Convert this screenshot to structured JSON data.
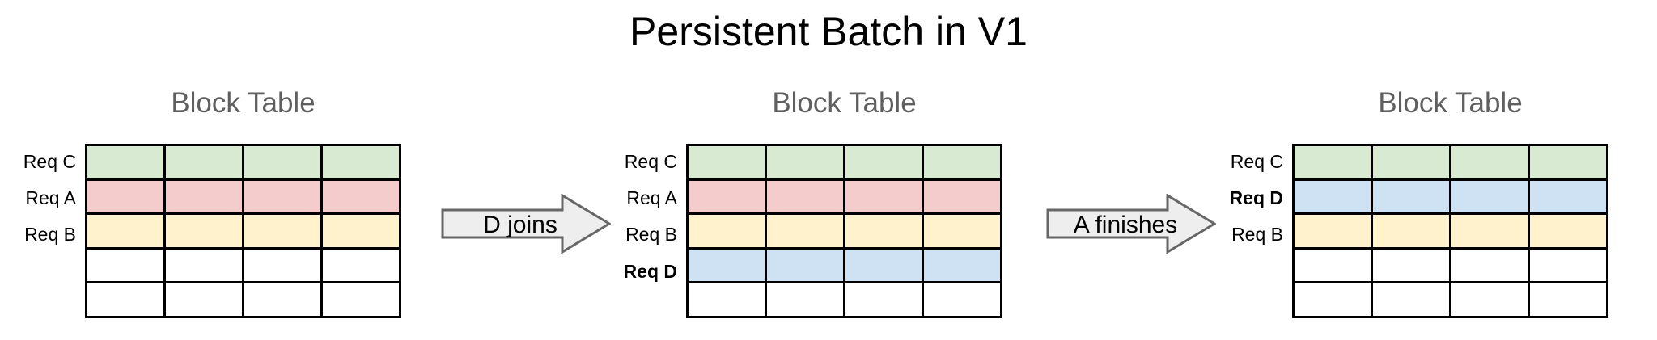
{
  "title": "Persistent Batch in V1",
  "colors": {
    "green": "#d9ead3",
    "red": "#f4cccc",
    "yellow": "#fff2cc",
    "blue": "#cfe2f3",
    "white": "#ffffff",
    "grid_border": "#000000",
    "table_title": "#5f5f5f",
    "arrow_fill": "#eeeeee",
    "arrow_stroke": "#666666"
  },
  "tables": [
    {
      "title": "Block Table",
      "columns": 4,
      "rows": [
        {
          "label": "Req C",
          "bold": false,
          "color": "green"
        },
        {
          "label": "Req A",
          "bold": false,
          "color": "red"
        },
        {
          "label": "Req B",
          "bold": false,
          "color": "yellow"
        },
        {
          "label": "",
          "bold": false,
          "color": "white"
        },
        {
          "label": "",
          "bold": false,
          "color": "white"
        }
      ]
    },
    {
      "title": "Block Table",
      "columns": 4,
      "rows": [
        {
          "label": "Req C",
          "bold": false,
          "color": "green"
        },
        {
          "label": "Req A",
          "bold": false,
          "color": "red"
        },
        {
          "label": "Req B",
          "bold": false,
          "color": "yellow"
        },
        {
          "label": "Req D",
          "bold": true,
          "color": "blue"
        },
        {
          "label": "",
          "bold": false,
          "color": "white"
        }
      ]
    },
    {
      "title": "Block Table",
      "columns": 4,
      "rows": [
        {
          "label": "Req C",
          "bold": false,
          "color": "green"
        },
        {
          "label": "Req D",
          "bold": true,
          "color": "blue"
        },
        {
          "label": "Req B",
          "bold": false,
          "color": "yellow"
        },
        {
          "label": "",
          "bold": false,
          "color": "white"
        },
        {
          "label": "",
          "bold": false,
          "color": "white"
        }
      ]
    }
  ],
  "arrows": [
    {
      "label": "D joins"
    },
    {
      "label": "A finishes"
    }
  ]
}
